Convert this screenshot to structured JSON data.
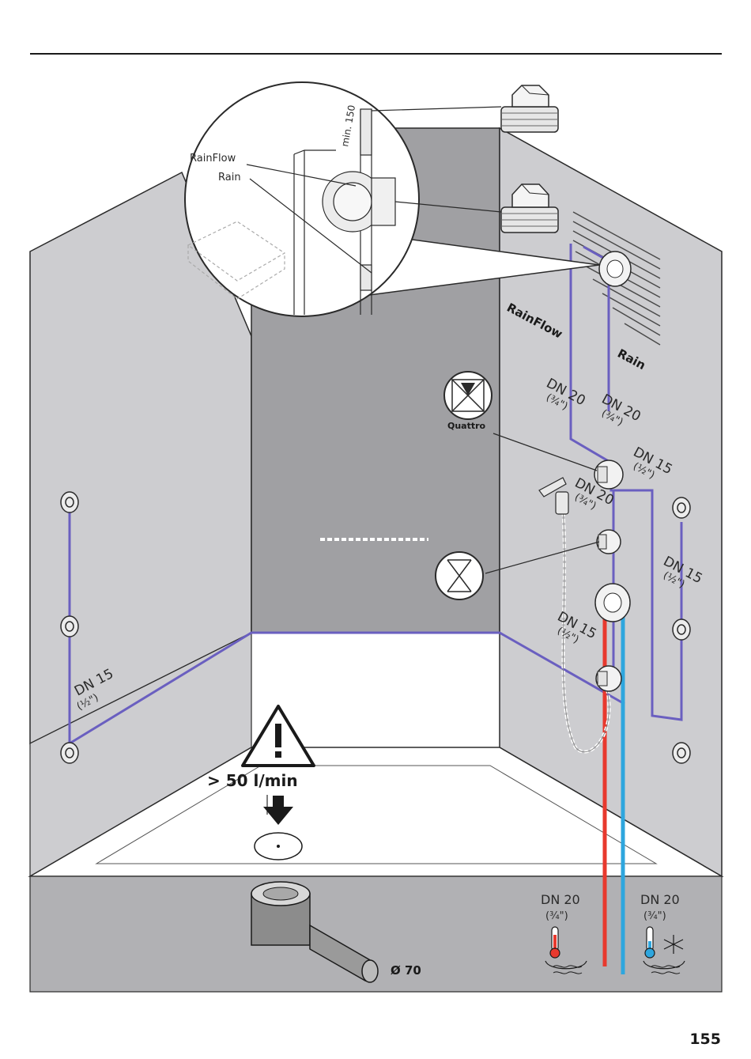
{
  "labels": {
    "rainflow_callout": "RainFlow",
    "rain_callout": "Rain",
    "min_dim": "min. 150",
    "rainflow": "RainFlow",
    "rain": "Rain",
    "dn20": "DN 20",
    "dn15": "DN 15",
    "size_34": "(¾\")",
    "size_12": "(½\")",
    "quattro": "Quattro",
    "flow_rate": "> 50 l/min",
    "drain_diameter": "Ø 70",
    "hot_supply_dn": "DN 20",
    "hot_supply_size": "(¾\")",
    "cold_supply_dn": "DN 20",
    "cold_supply_size": "(¾\")"
  },
  "page_number": "155",
  "colors": {
    "pipe_purple": "#6a5fc0",
    "hot_pipe": "#e8392e",
    "cold_pipe": "#2ea6de",
    "wall_light": "#cdcdd0",
    "wall_dark": "#9d9da0"
  }
}
